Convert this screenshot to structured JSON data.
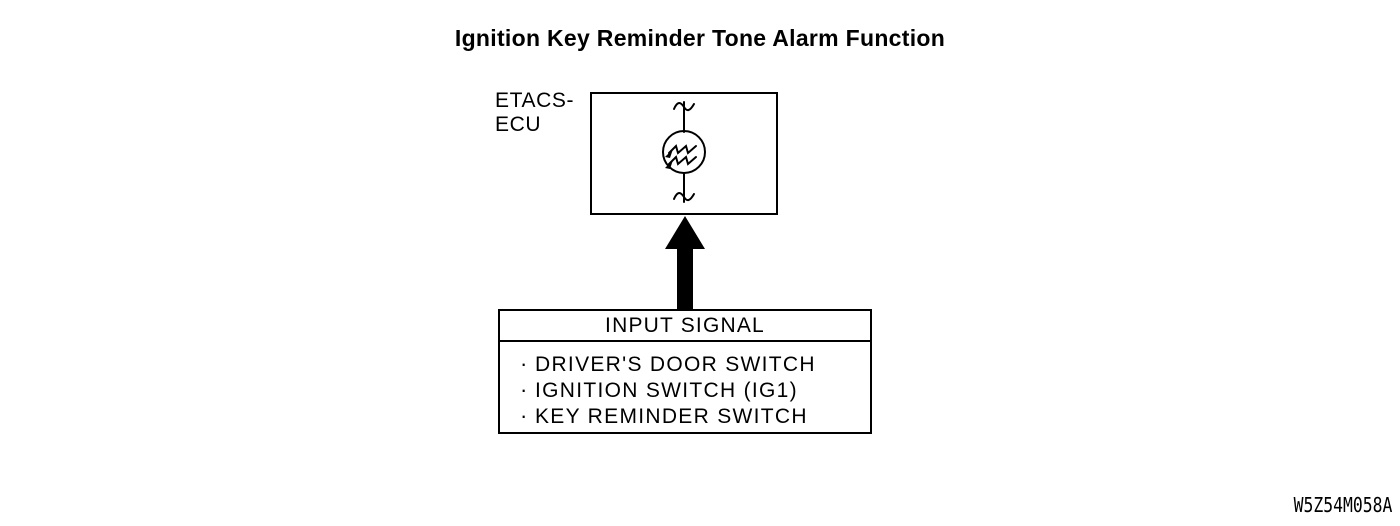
{
  "colors": {
    "ink": "#000000",
    "background": "#ffffff"
  },
  "title": "Ignition Key Reminder Tone Alarm Function",
  "ecu": {
    "label_line1": "ETACS-",
    "label_line2": "ECU",
    "symbol_icon": "tone-alarm-buzzer-icon"
  },
  "flow": {
    "arrow_icon": "up-arrow-icon",
    "direction": "up"
  },
  "input_box": {
    "header": "INPUT SIGNAL",
    "bullet": "·",
    "items": [
      "DRIVER'S DOOR SWITCH",
      "IGNITION SWITCH (IG1)",
      "KEY REMINDER SWITCH"
    ]
  },
  "footer": {
    "code": "W5Z54M058A"
  }
}
